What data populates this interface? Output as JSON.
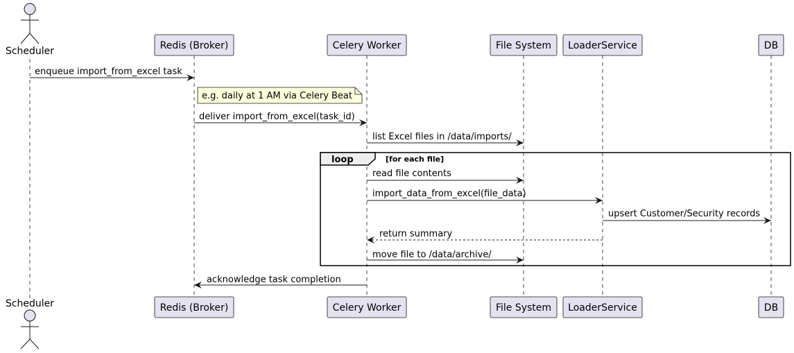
{
  "colors": {
    "participant_fill": "#E2E2F0",
    "participant_stroke": "#181818",
    "note_fill": "#FEFFDD",
    "lifeline": "#181818",
    "arrow": "#181818"
  },
  "participants": [
    {
      "id": "scheduler",
      "label": "Scheduler",
      "kind": "actor"
    },
    {
      "id": "redis",
      "label": "Redis (Broker)",
      "kind": "box"
    },
    {
      "id": "celery",
      "label": "Celery Worker",
      "kind": "box"
    },
    {
      "id": "fs",
      "label": "File System",
      "kind": "box"
    },
    {
      "id": "loader",
      "label": "LoaderService",
      "kind": "box"
    },
    {
      "id": "db",
      "label": "DB",
      "kind": "box"
    }
  ],
  "messages": [
    {
      "from": "scheduler",
      "to": "redis",
      "label": "enqueue import_from_excel task",
      "style": "solid"
    },
    {
      "from": "redis",
      "to": "celery",
      "label": "deliver import_from_excel(task_id)",
      "style": "solid"
    },
    {
      "from": "celery",
      "to": "fs",
      "label": "list Excel files in /data/imports/",
      "style": "solid"
    },
    {
      "from": "celery",
      "to": "fs",
      "label": "read file contents",
      "style": "solid"
    },
    {
      "from": "celery",
      "to": "loader",
      "label": "import_data_from_excel(file_data)",
      "style": "solid"
    },
    {
      "from": "loader",
      "to": "db",
      "label": "upsert Customer/Security records",
      "style": "solid"
    },
    {
      "from": "loader",
      "to": "celery",
      "label": "return summary",
      "style": "dashed"
    },
    {
      "from": "celery",
      "to": "fs",
      "label": "move file to /data/archive/",
      "style": "solid"
    },
    {
      "from": "celery",
      "to": "redis",
      "label": "acknowledge task completion",
      "style": "solid"
    }
  ],
  "note": {
    "text": "e.g. daily at 1 AM via Celery Beat"
  },
  "loop": {
    "keyword": "loop",
    "condition": "[for each file]"
  }
}
